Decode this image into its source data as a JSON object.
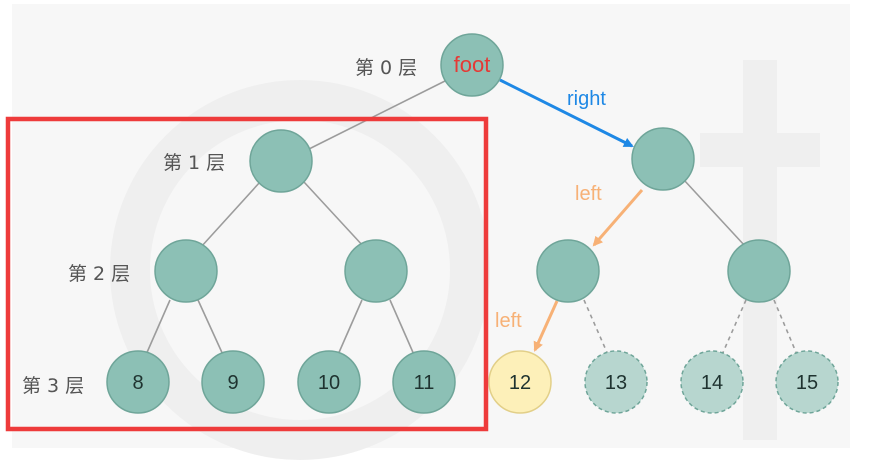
{
  "levels": [
    "第 0 层",
    "第 1 层",
    "第 2 层",
    "第 3 层"
  ],
  "root_label": "foot",
  "arrow_labels": {
    "right": "right",
    "left_1": "left",
    "left_2": "left"
  },
  "leaves": [
    "8",
    "9",
    "10",
    "11",
    "12",
    "13",
    "14",
    "15"
  ],
  "colors": {
    "node_fill": "#8cc0b5",
    "node_stroke": "#6fa599",
    "dashed_fill": "#b7d6cf",
    "highlight_fill": "#fdf0b9",
    "highlight_stroke": "#e2cf88",
    "edge": "#9c9c9c",
    "right_arrow": "#1e88e5",
    "left_arrow": "#f7b176",
    "root_text": "#e53935",
    "frame": "#ee3b3b"
  }
}
